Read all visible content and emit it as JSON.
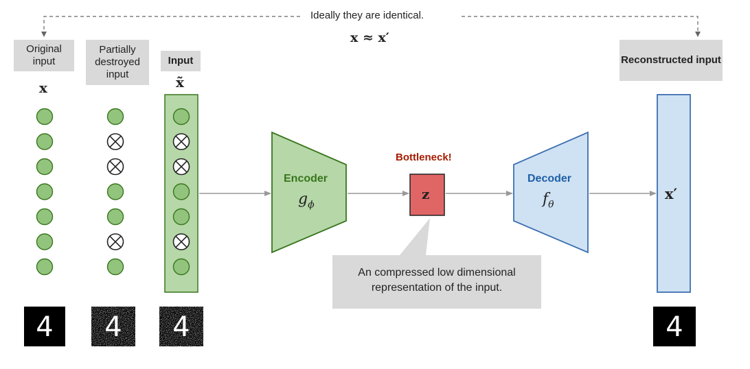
{
  "top_note": {
    "text": "Ideally they are identical.",
    "formula": "x ≈ x′"
  },
  "columns": {
    "original": {
      "label": "Original input",
      "symbol": "x"
    },
    "destroyed": {
      "label": "Partially destroyed input"
    },
    "input": {
      "label": "Input",
      "symbol": "x̃"
    },
    "reconstructed": {
      "label": "Reconstructed input",
      "symbol": "x′"
    }
  },
  "nodes": {
    "original": [
      "ok",
      "ok",
      "ok",
      "ok",
      "ok",
      "ok",
      "ok"
    ],
    "destroyed": [
      "ok",
      "x",
      "x",
      "ok",
      "ok",
      "x",
      "ok"
    ],
    "input": [
      "ok",
      "x",
      "x",
      "ok",
      "ok",
      "x",
      "ok"
    ]
  },
  "encoder": {
    "label": "Encoder",
    "symbol": "g",
    "subscript": "ϕ"
  },
  "bottleneck": {
    "label": "Bottleneck!",
    "symbol": "z"
  },
  "decoder": {
    "label": "Decoder",
    "symbol": "f",
    "subscript": "θ"
  },
  "callout": {
    "line1": "An compressed low dimensional",
    "line2": "representation of the input."
  },
  "digit_glyph": "4",
  "colors": {
    "node_fill": "#93c47d",
    "node_stroke": "#38761d",
    "encoder_fill": "#b6d7a8",
    "encoder_stroke": "#38761d",
    "encoder_text": "#38761d",
    "decoder_fill": "#cfe2f3",
    "decoder_stroke": "#3d6fb0",
    "decoder_text": "#1f5fa6",
    "bottleneck_fill": "#e06666",
    "bottleneck_text": "#a61c00",
    "arrow": "#999999",
    "label_box": "#d9d9d9"
  }
}
